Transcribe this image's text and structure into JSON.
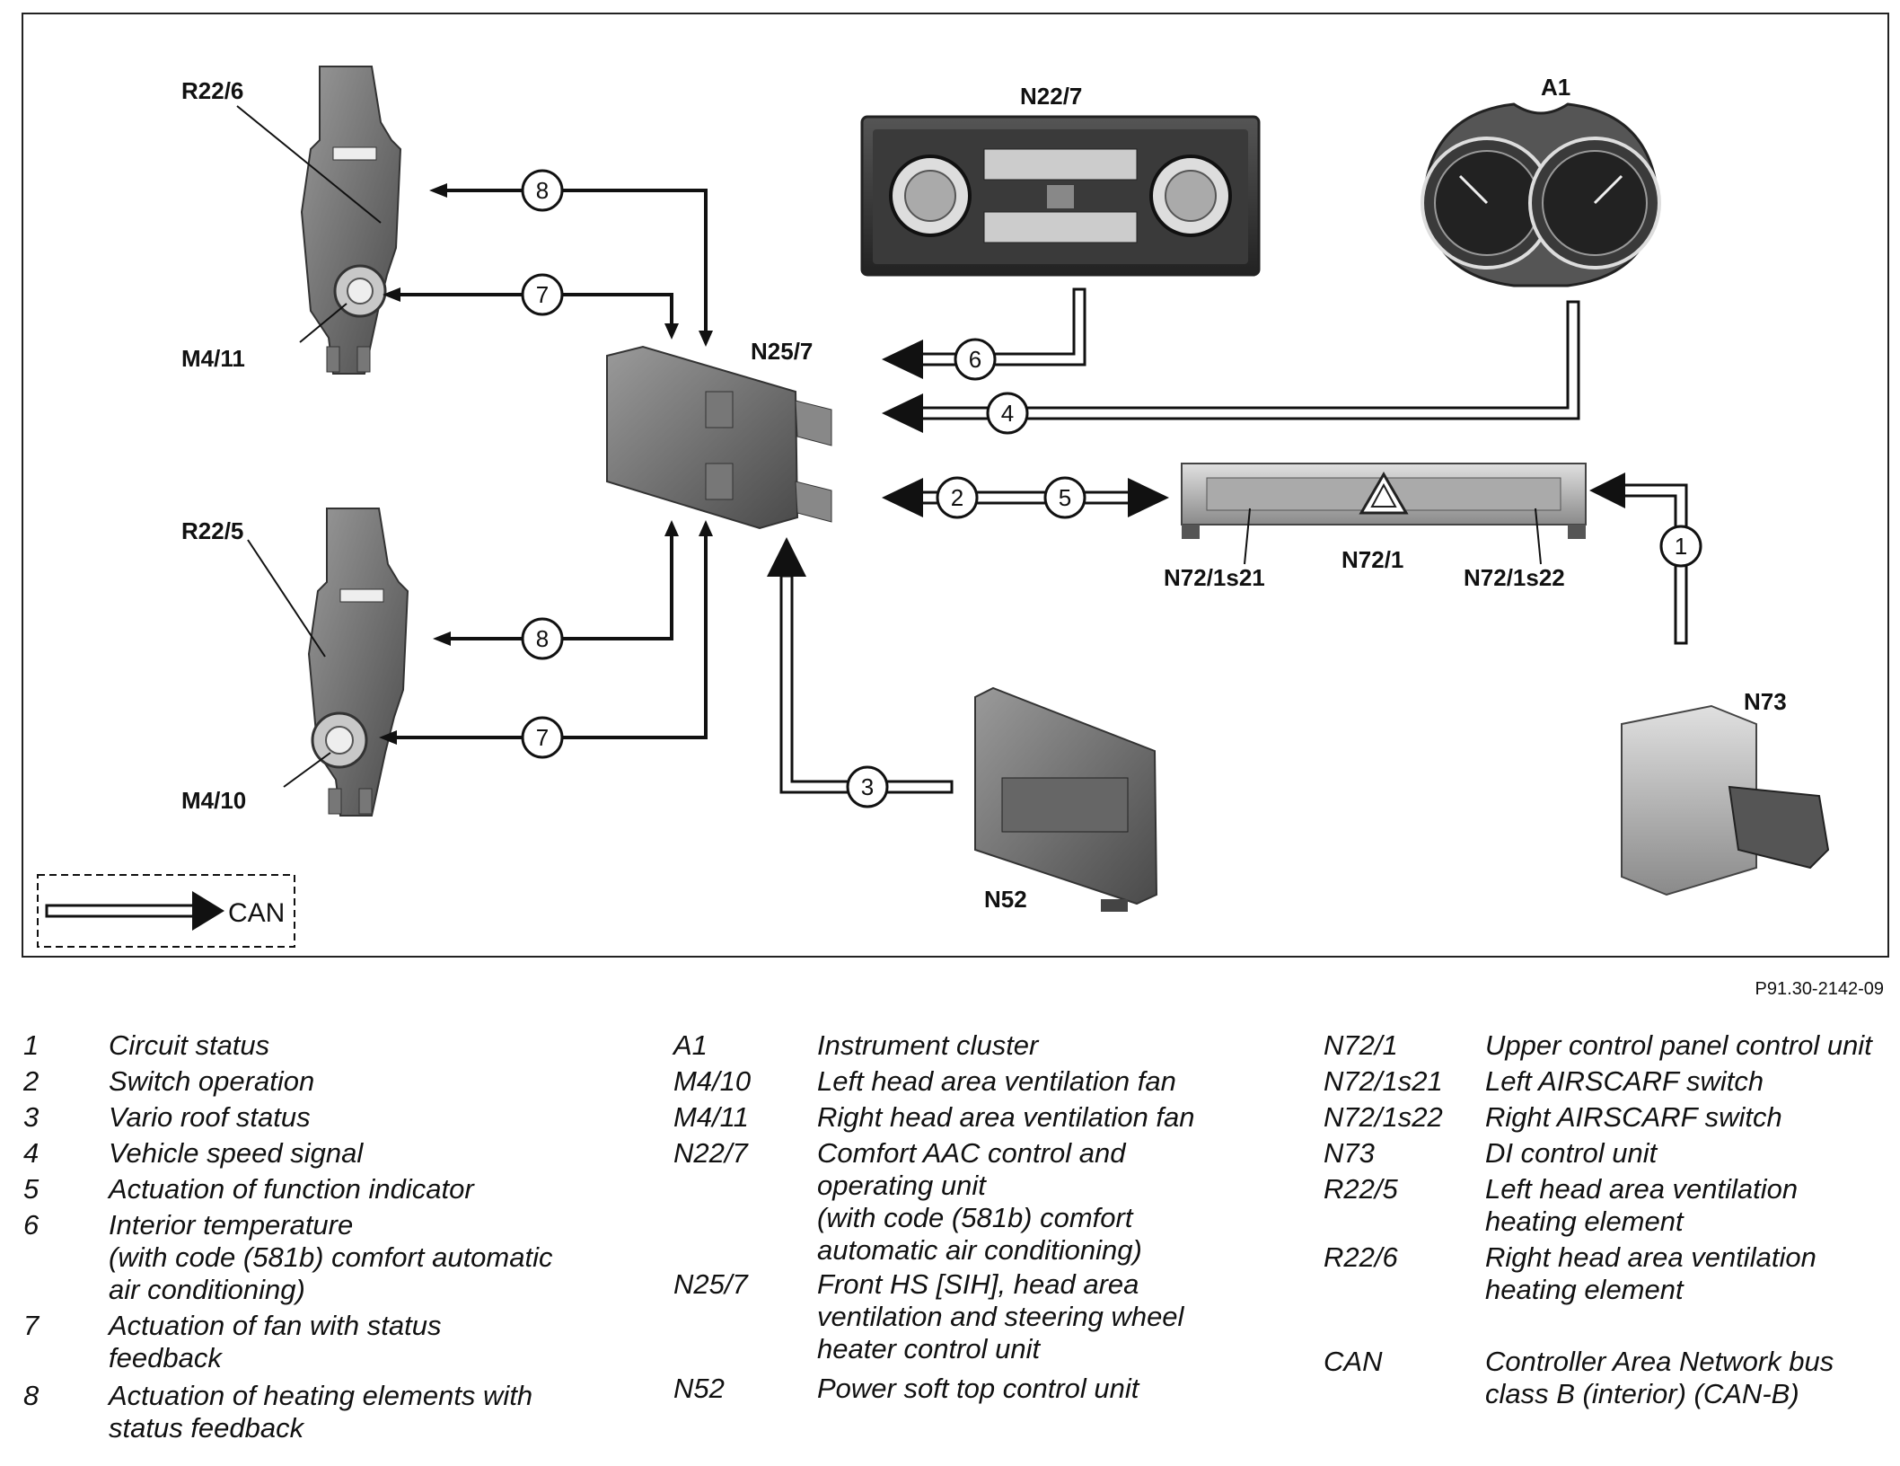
{
  "labels": {
    "r22_6": "R22/6",
    "m4_11": "M4/11",
    "r22_5": "R22/5",
    "m4_10": "M4/10",
    "n22_7": "N22/7",
    "a1": "A1",
    "n25_7": "N25/7",
    "n72_1": "N72/1",
    "n72_1s21": "N72/1s21",
    "n72_1s22": "N72/1s22",
    "n73": "N73",
    "n52": "N52"
  },
  "signals": {
    "s1": "1",
    "s2": "2",
    "s3": "3",
    "s4": "4",
    "s5": "5",
    "s6": "6",
    "s7": "7",
    "s8": "8"
  },
  "can_legend": "CAN",
  "figure_code": "P91.30-2142-09",
  "legend": {
    "col1": [
      {
        "code": "1",
        "desc": "Circuit status"
      },
      {
        "code": "2",
        "desc": "Switch operation"
      },
      {
        "code": "3",
        "desc": "Vario roof status"
      },
      {
        "code": "4",
        "desc": "Vehicle speed signal"
      },
      {
        "code": "5",
        "desc": "Actuation of function indicator"
      },
      {
        "code": "6",
        "desc": "Interior temperature\n(with code (581b) comfort automatic\nair conditioning)"
      },
      {
        "code": "7",
        "desc": "Actuation of fan with status\nfeedback"
      },
      {
        "code": "8",
        "desc": "Actuation of heating elements with\nstatus feedback"
      }
    ],
    "col2": [
      {
        "code": "A1",
        "desc": "Instrument cluster"
      },
      {
        "code": "M4/10",
        "desc": "Left head area ventilation fan"
      },
      {
        "code": "M4/11",
        "desc": "Right head area ventilation fan"
      },
      {
        "code": "N22/7",
        "desc": "Comfort AAC control and\noperating unit\n(with code (581b) comfort\nautomatic air conditioning)"
      },
      {
        "code": "N25/7",
        "desc": "Front HS [SIH], head area\nventilation and steering wheel\nheater control unit"
      },
      {
        "code": "N52",
        "desc": "Power soft top control unit"
      }
    ],
    "col3": [
      {
        "code": "N72/1",
        "desc": "Upper control panel control unit"
      },
      {
        "code": "N72/1s21",
        "desc": "Left AIRSCARF switch"
      },
      {
        "code": "N72/1s22",
        "desc": "Right AIRSCARF switch"
      },
      {
        "code": "N73",
        "desc": "DI control unit"
      },
      {
        "code": "R22/5",
        "desc": "Left head area ventilation\nheating element"
      },
      {
        "code": "R22/6",
        "desc": "Right head area ventilation\nheating element"
      },
      {
        "code": "CAN",
        "desc": "Controller Area Network bus\nclass B (interior) (CAN-B)"
      }
    ]
  }
}
